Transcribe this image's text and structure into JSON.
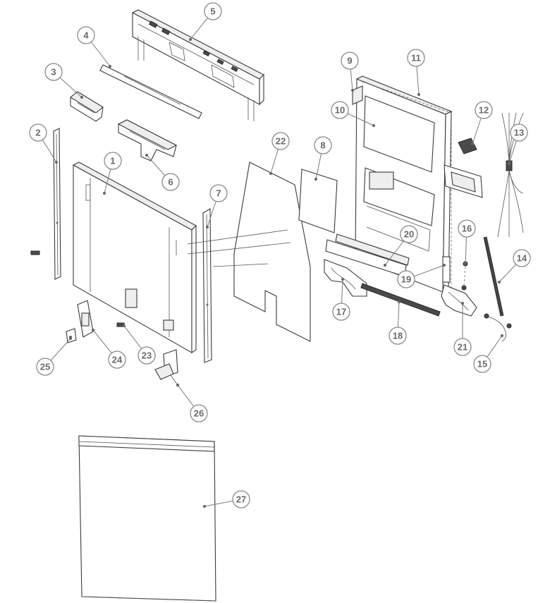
{
  "diagram": {
    "type": "exploded-parts-diagram",
    "callouts": [
      {
        "id": "1",
        "label": "1"
      },
      {
        "id": "2",
        "label": "2"
      },
      {
        "id": "3",
        "label": "3"
      },
      {
        "id": "4",
        "label": "4"
      },
      {
        "id": "5",
        "label": "5"
      },
      {
        "id": "6",
        "label": "6"
      },
      {
        "id": "7",
        "label": "7"
      },
      {
        "id": "8",
        "label": "8"
      },
      {
        "id": "9",
        "label": "9"
      },
      {
        "id": "10",
        "label": "10"
      },
      {
        "id": "11",
        "label": "11"
      },
      {
        "id": "12",
        "label": "12"
      },
      {
        "id": "13",
        "label": "13"
      },
      {
        "id": "14",
        "label": "14"
      },
      {
        "id": "15",
        "label": "15"
      },
      {
        "id": "16",
        "label": "16"
      },
      {
        "id": "17",
        "label": "17"
      },
      {
        "id": "18",
        "label": "18"
      },
      {
        "id": "19",
        "label": "19"
      },
      {
        "id": "20",
        "label": "20"
      },
      {
        "id": "21",
        "label": "21"
      },
      {
        "id": "22",
        "label": "22"
      },
      {
        "id": "23",
        "label": "23"
      },
      {
        "id": "24",
        "label": "24"
      },
      {
        "id": "25",
        "label": "25"
      },
      {
        "id": "26",
        "label": "26"
      },
      {
        "id": "27",
        "label": "27"
      }
    ]
  }
}
